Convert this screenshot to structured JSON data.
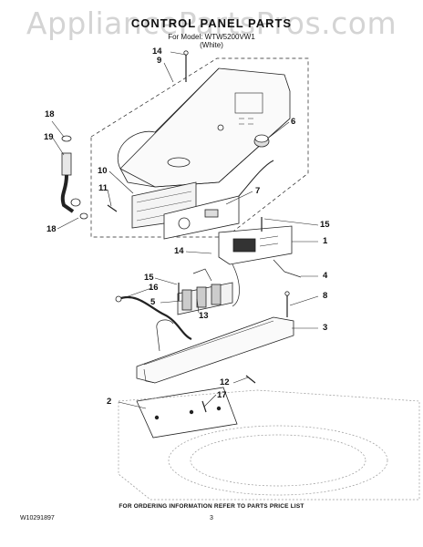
{
  "watermark": "AppliancePartsPros.com",
  "header": {
    "title": "CONTROL PANEL PARTS",
    "model_line": "For Model: WTW5200VW1",
    "color_line": "(White)"
  },
  "callouts": [
    "14",
    "9",
    "6",
    "18",
    "19",
    "10",
    "11",
    "7",
    "18",
    "15",
    "1",
    "14",
    "4",
    "15",
    "16",
    "8",
    "5",
    "13",
    "3",
    "2",
    "12",
    "17"
  ],
  "footer": {
    "ordering_note": "FOR ORDERING INFORMATION REFER TO PARTS PRICE LIST",
    "doc_number": "W10291897",
    "page_number": "3"
  }
}
